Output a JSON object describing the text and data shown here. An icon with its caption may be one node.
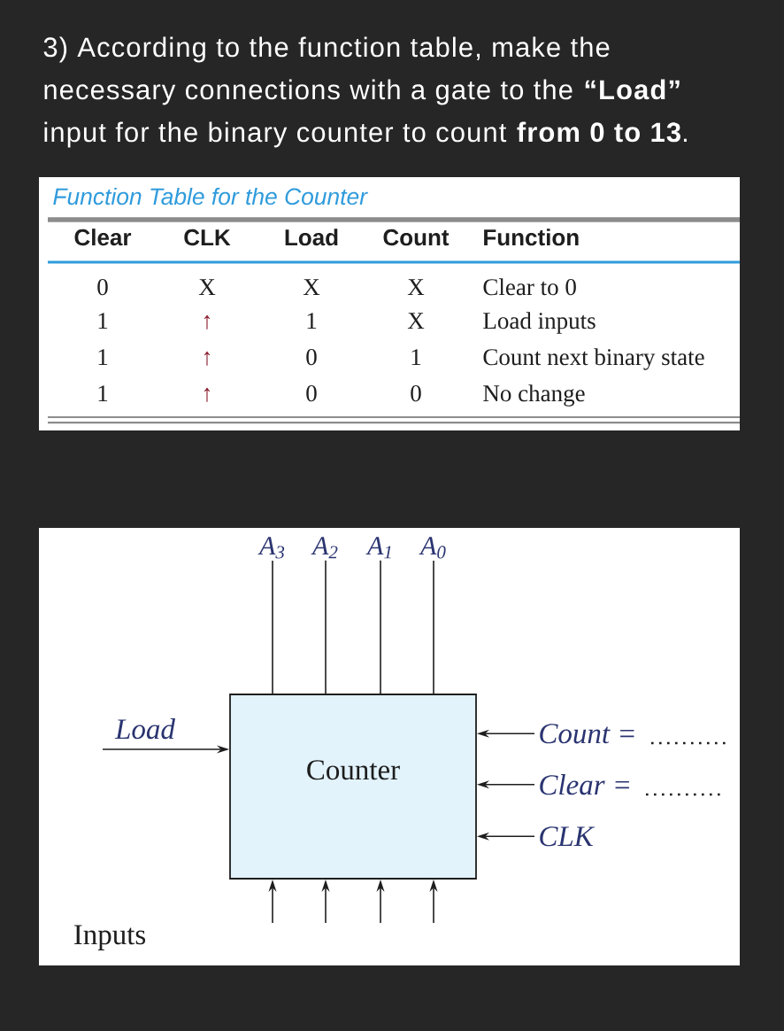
{
  "diagram": {
    "title": "3) According to the function table, make the necessary connections with a gate to the **“Load”** input for the binary counter to count **from 0 to 13**.",
    "nodes": [
      {
        "text": [
          "A$_{3}$"
        ]
      },
      {
        "text": [
          "A$_{2}$"
        ]
      },
      {
        "text": [
          "A$_{1}$"
        ]
      },
      {
        "text": [
          "A$_{0}$"
        ]
      },
      {
        "text": [
          "Counter"
        ]
      },
      {
        "text": [
          "Count ="
        ]
      },
      {
        "text": [
          "Clear ="
        ]
      },
      {
        "text": [
          "CLK"
        ]
      }
    ],
    "edges": [
      {
        "from": 4,
        "to": 0,
        "arrow": "none"
      },
      {
        "from": 4,
        "to": 1,
        "arrow": "none"
      },
      {
        "from": 4,
        "to": 2,
        "arrow": "none"
      },
      {
        "from": 4,
        "to": 3,
        "arrow": "none"
      },
      {
        "from": null,
        "to": 4,
        "arrow": "to",
        "label": "Load"
      },
      {
        "from": 5,
        "to": 4,
        "arrow": "to"
      },
      {
        "from": 6,
        "to": 4,
        "arrow": "to"
      },
      {
        "from": 7,
        "to": 4,
        "arrow": "to"
      },
      {
        "from": null,
        "to": 4,
        "arrow": "to"
      },
      {
        "from": null,
        "to": 4,
        "arrow": "to"
      },
      {
        "from": null,
        "to": 4,
        "arrow": "to"
      },
      {
        "from": null,
        "to": 4,
        "arrow": "to"
      }
    ],
    "labels": [
      "Function Table for the Counter",
      "Clear",
      "CLK",
      "Load",
      "Count",
      "Function",
      "0",
      "X",
      "X",
      "X",
      "Clear to 0",
      "1",
      "↑",
      "1",
      "X",
      "Load inputs",
      "1",
      "↑",
      "0",
      "1",
      "Count next binary state",
      "1",
      "↑",
      "0",
      "0",
      "No change",
      "Inputs"
    ]
  }
}
